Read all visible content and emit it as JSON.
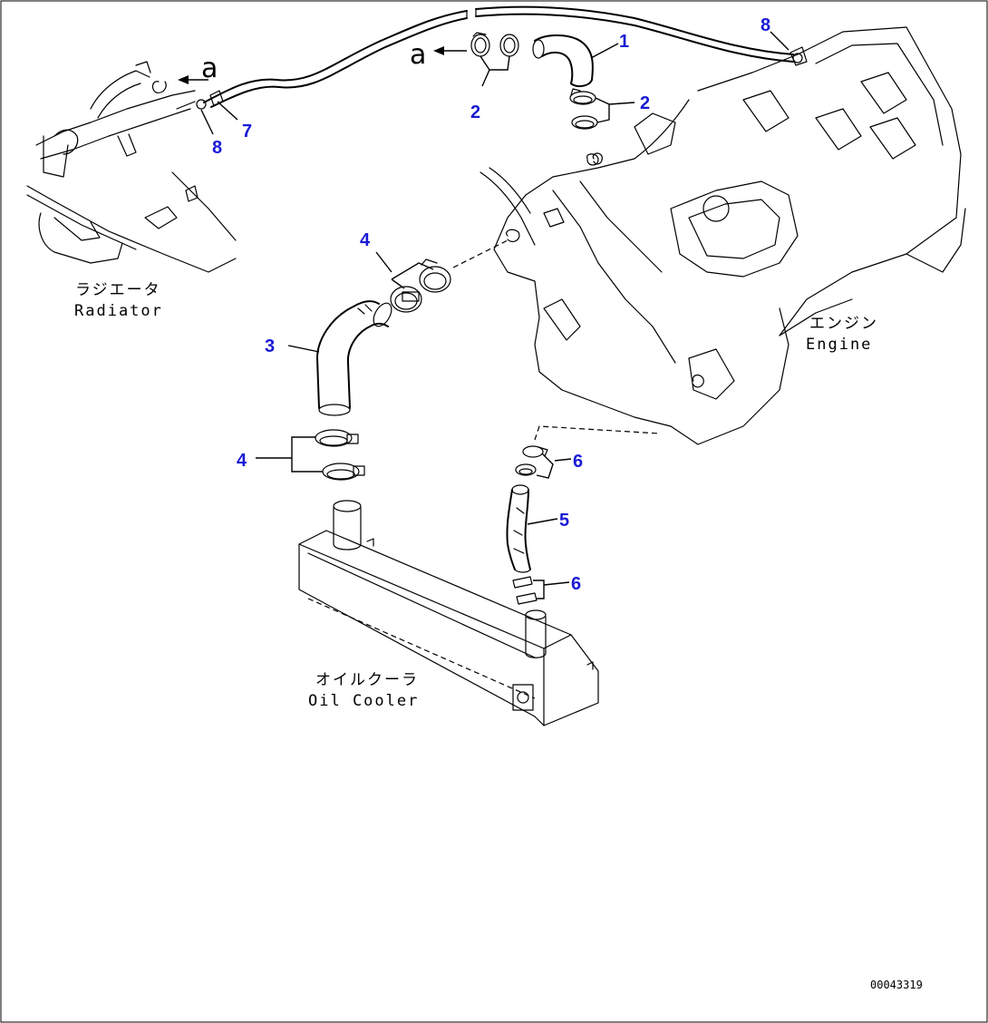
{
  "labels": {
    "radiator_jp": "ラジエータ",
    "radiator_en": "Radiator",
    "engine_jp": "エンジン",
    "engine_en": "Engine",
    "oilcooler_jp": "オイルクーラ",
    "oilcooler_en": "Oil Cooler"
  },
  "markers": {
    "a_left": "a",
    "a_top": "a"
  },
  "callouts": {
    "c1": "1",
    "c2a": "2",
    "c2b": "2",
    "c3": "3",
    "c4a": "4",
    "c4b": "4",
    "c5": "5",
    "c6a": "6",
    "c6b": "6",
    "c7": "7",
    "c8a": "8",
    "c8b": "8"
  },
  "doc_id": "00043319"
}
